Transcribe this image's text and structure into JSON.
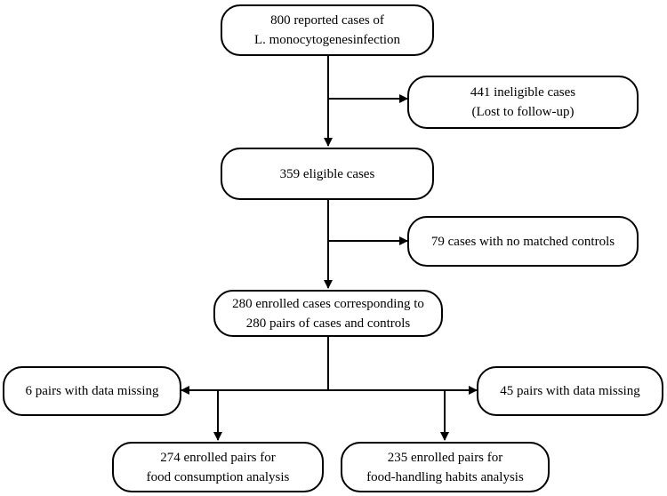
{
  "boxes": {
    "reported": {
      "lines": [
        "800 reported cases of",
        "L. monocytogenesinfection"
      ]
    },
    "ineligible": {
      "lines": [
        "441 ineligible cases",
        "(Lost to follow-up)"
      ]
    },
    "eligible": {
      "lines": [
        "359 eligible cases"
      ]
    },
    "no_controls": {
      "lines": [
        "79 cases with no matched controls"
      ]
    },
    "enrolled": {
      "lines": [
        "280 enrolled cases corresponding to",
        "280 pairs of cases and controls"
      ]
    },
    "missing_left": {
      "lines": [
        "6 pairs with data missing"
      ]
    },
    "missing_right": {
      "lines": [
        "45 pairs with data missing"
      ]
    },
    "food_consumption": {
      "lines": [
        "274 enrolled pairs for",
        "food consumption analysis"
      ]
    },
    "food_handling": {
      "lines": [
        "235 enrolled pairs for",
        "food-handling habits analysis"
      ]
    }
  },
  "colors": {
    "stroke": "#000000",
    "fill": "#ffffff"
  }
}
